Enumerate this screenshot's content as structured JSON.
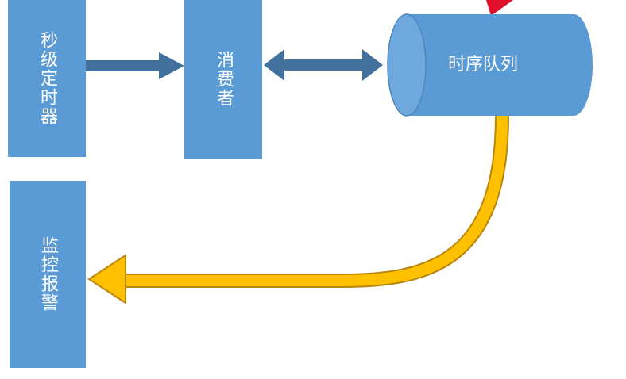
{
  "nodes": {
    "timer": {
      "label": "秒级定时器"
    },
    "consumer": {
      "label": "消费者"
    },
    "queue": {
      "label": "时序队列"
    },
    "alarm": {
      "label": "监控报警"
    }
  },
  "colors": {
    "box_fill": "#5b9bd5",
    "arrow_blue": "#41719c",
    "arrow_yellow": "#ffc000",
    "arrow_yellow_edge": "#b8860b",
    "arrow_red": "#e0102a"
  }
}
